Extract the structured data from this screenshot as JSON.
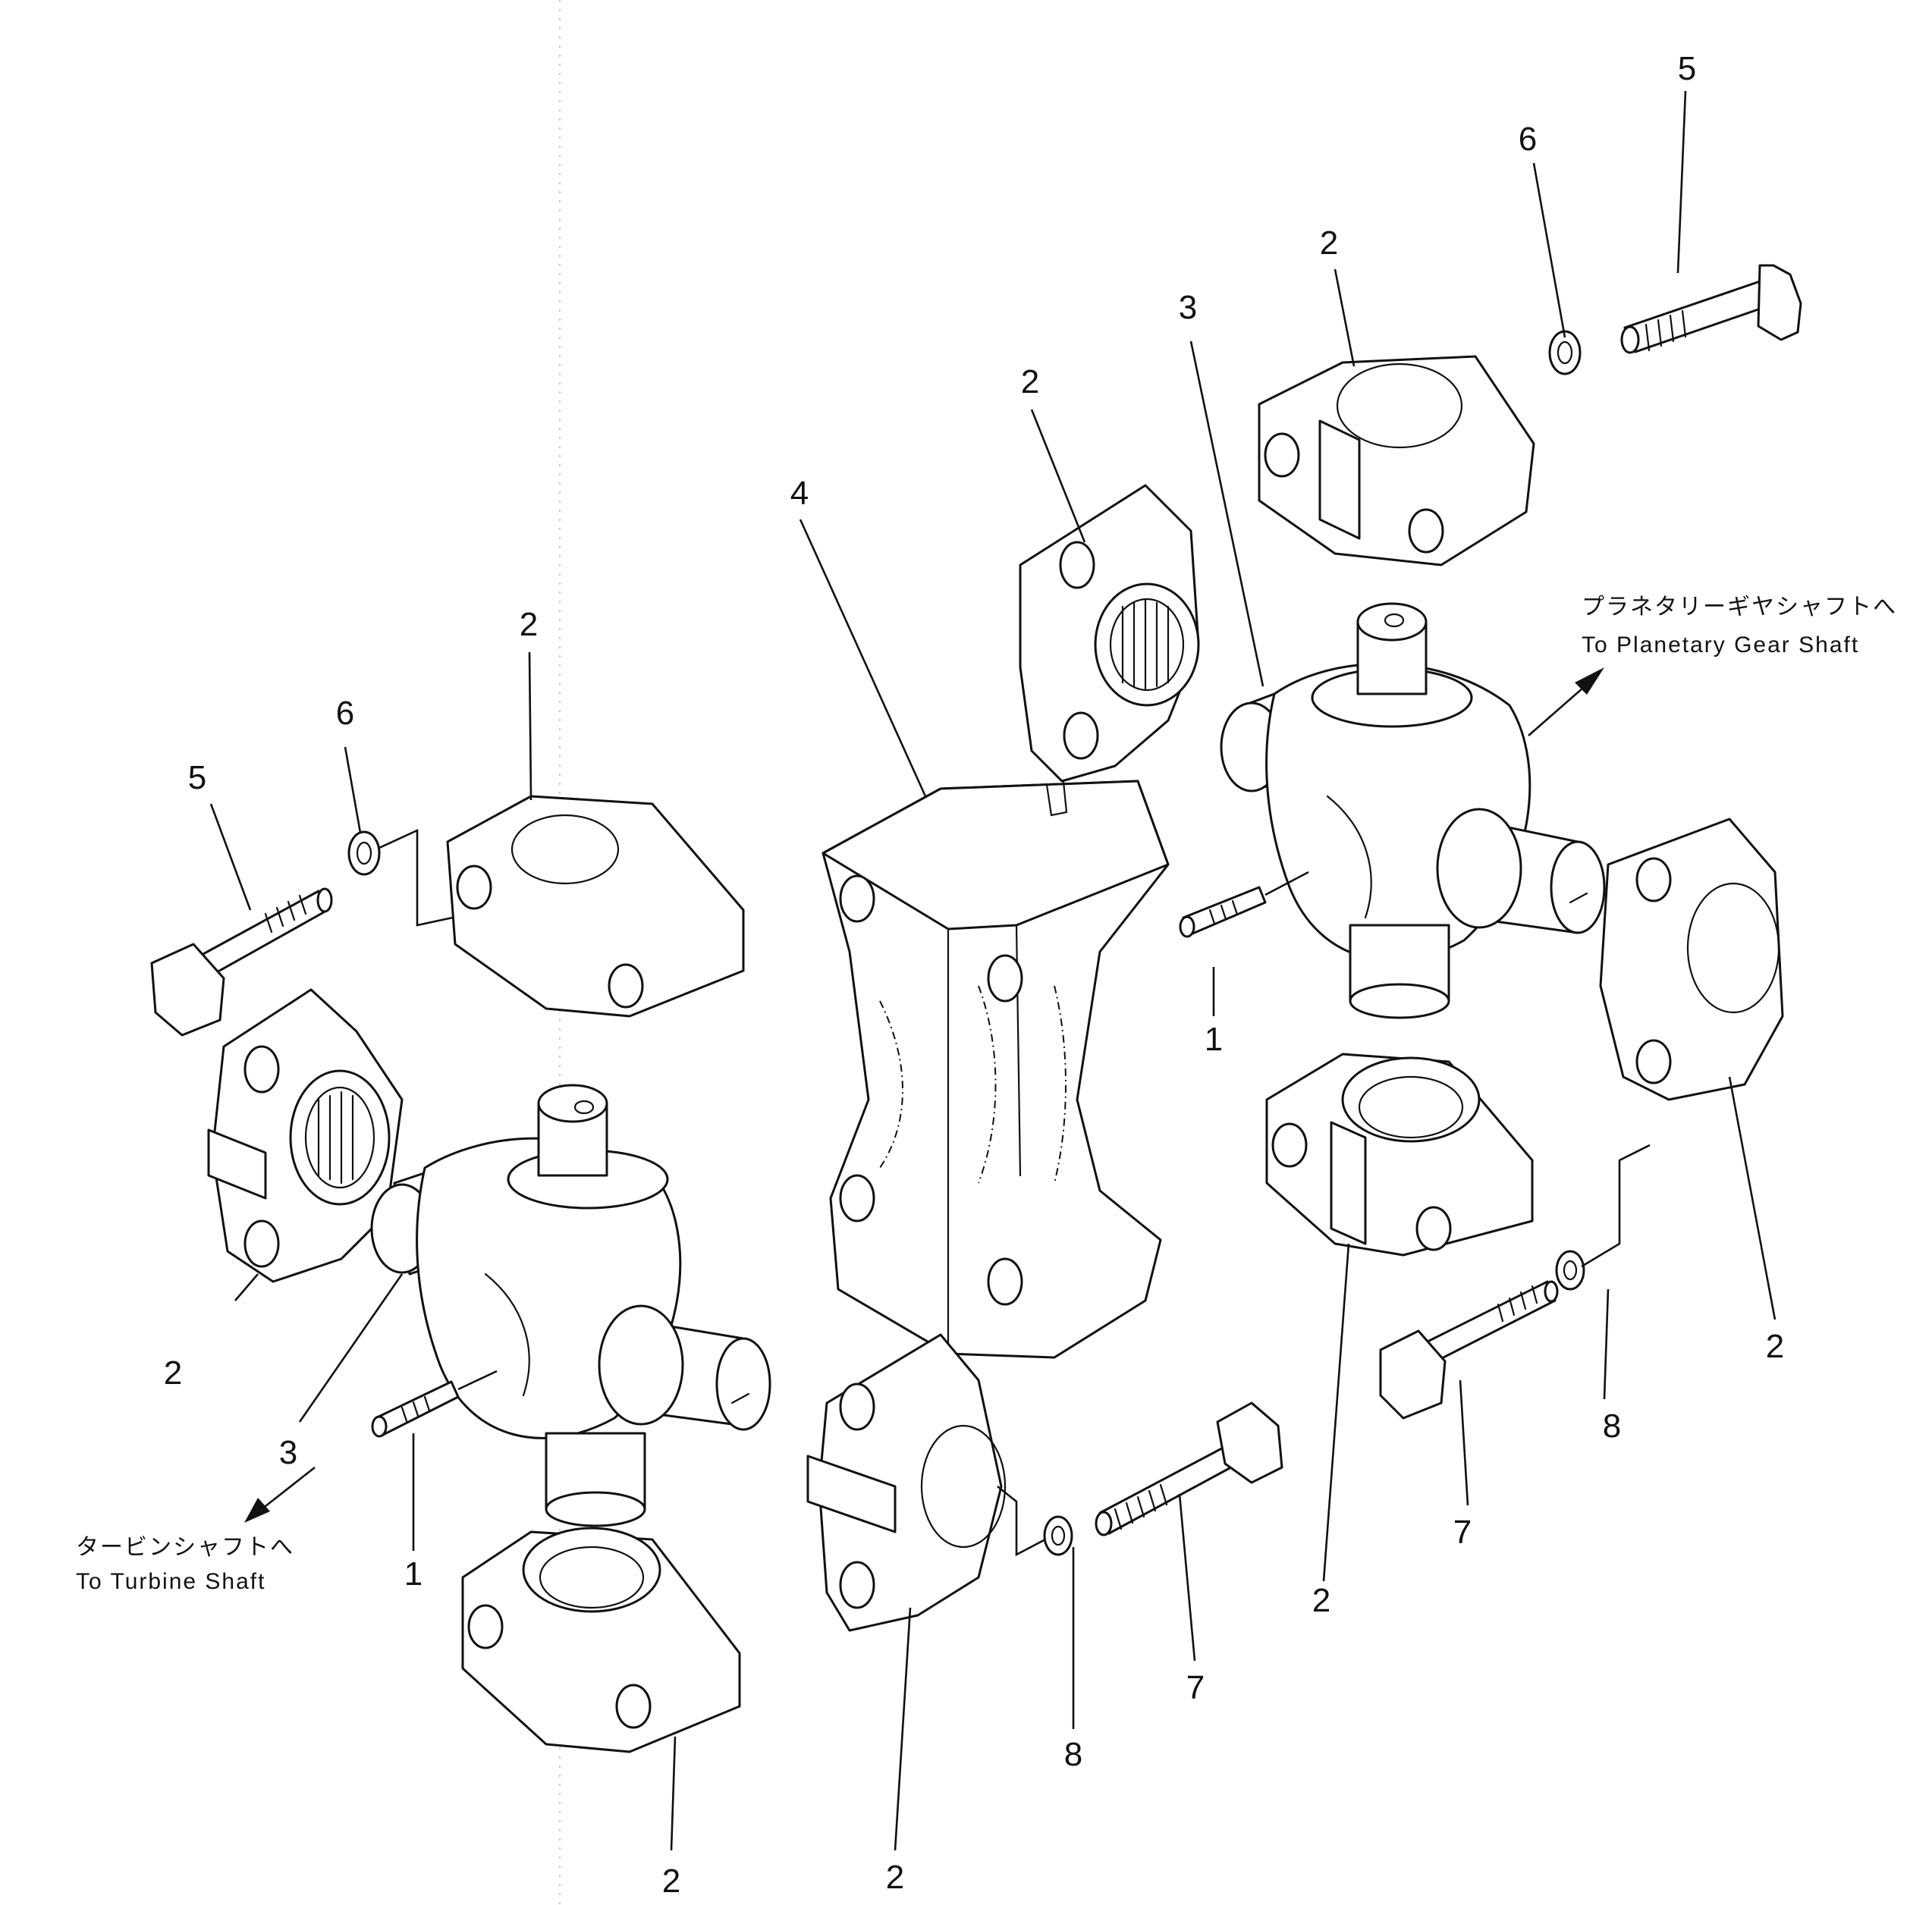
{
  "callouts": [
    {
      "id": "5-top",
      "text": "5"
    },
    {
      "id": "6-top",
      "text": "6"
    },
    {
      "id": "2-top",
      "text": "2"
    },
    {
      "id": "3-top",
      "text": "3"
    },
    {
      "id": "2-upper-yoke",
      "text": "2"
    },
    {
      "id": "4",
      "text": "4"
    },
    {
      "id": "2-left-top",
      "text": "2"
    },
    {
      "id": "6-left",
      "text": "6"
    },
    {
      "id": "5-left",
      "text": "5"
    },
    {
      "id": "1-right",
      "text": "1"
    },
    {
      "id": "2-left-bearing",
      "text": "2"
    },
    {
      "id": "3-left",
      "text": "3"
    },
    {
      "id": "1-left",
      "text": "1"
    },
    {
      "id": "8-right",
      "text": "8"
    },
    {
      "id": "2-far-right",
      "text": "2"
    },
    {
      "id": "7-right",
      "text": "7"
    },
    {
      "id": "2-right-cup",
      "text": "2"
    },
    {
      "id": "7-bottom",
      "text": "7"
    },
    {
      "id": "8-bottom",
      "text": "8"
    },
    {
      "id": "2-bottom-center",
      "text": "2"
    },
    {
      "id": "2-bottom-left",
      "text": "2"
    }
  ],
  "notes": {
    "planetary_jp": "プラネタリーギヤシャフトへ",
    "planetary_en": "To Planetary Gear Shaft",
    "turbine_jp": "タービンシャフトへ",
    "turbine_en": "To Turbine Shaft"
  }
}
